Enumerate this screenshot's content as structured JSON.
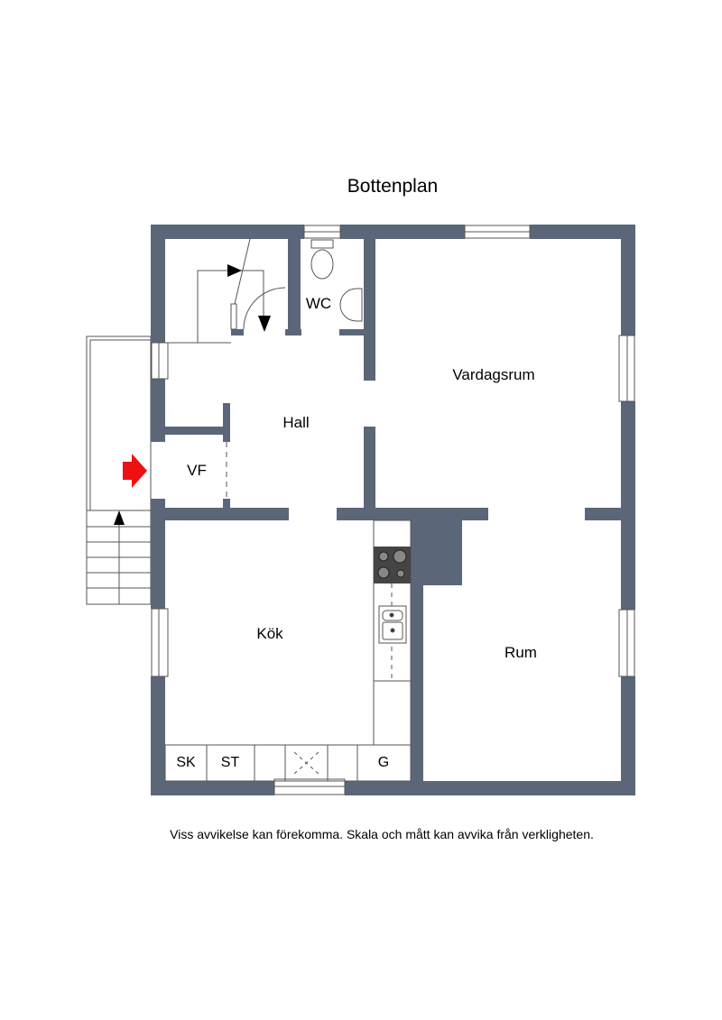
{
  "title": "Bottenplan",
  "rooms": {
    "wc": "WC",
    "vardagsrum": "Vardagsrum",
    "hall": "Hall",
    "vf": "VF",
    "kok": "Kök",
    "rum": "Rum"
  },
  "appliances": {
    "sk": "SK",
    "st": "ST",
    "g": "G"
  },
  "disclaimer": "Viss avvikelse kan förekomma. Skala och mått kan avvika från verkligheten.",
  "colors": {
    "wall": "#5b6679",
    "entry_arrow": "#ee1111",
    "stove": "#454545"
  }
}
